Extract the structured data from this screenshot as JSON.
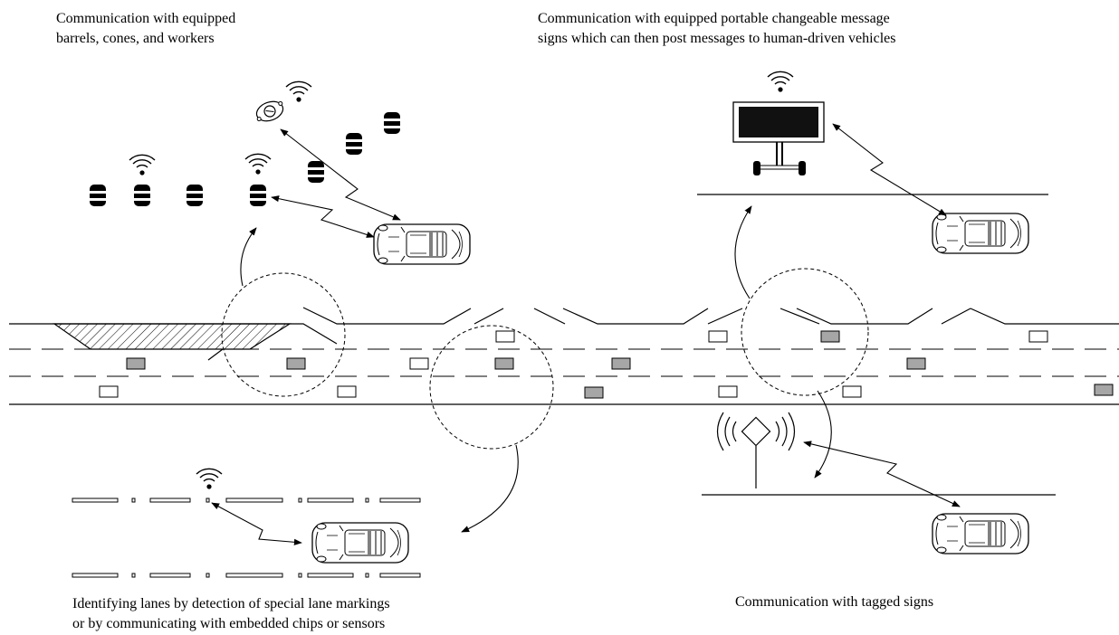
{
  "captions": {
    "top_left": [
      "Communication with equipped",
      "barrels, cones, and workers"
    ],
    "top_right": [
      "Communication with equipped portable changeable message",
      "signs which can then post messages to human-driven vehicles"
    ],
    "bottom_left": [
      "Identifying lanes by detection of special lane markings",
      "or by communicating with embedded chips or sensors"
    ],
    "bottom_right": [
      "Communication with tagged signs"
    ]
  },
  "colors": {
    "line": "#000000",
    "vehicle_shaded": "#a6a6a6",
    "vehicle_outline": "#ffffff",
    "sign_panel": "#111111"
  },
  "icons": [
    "wifi-signal-icon",
    "traffic-barrel-icon",
    "traffic-cone-icon",
    "vehicle-icon",
    "message-sign-icon",
    "tagged-sign-icon",
    "lane-marking-chip-icon"
  ]
}
